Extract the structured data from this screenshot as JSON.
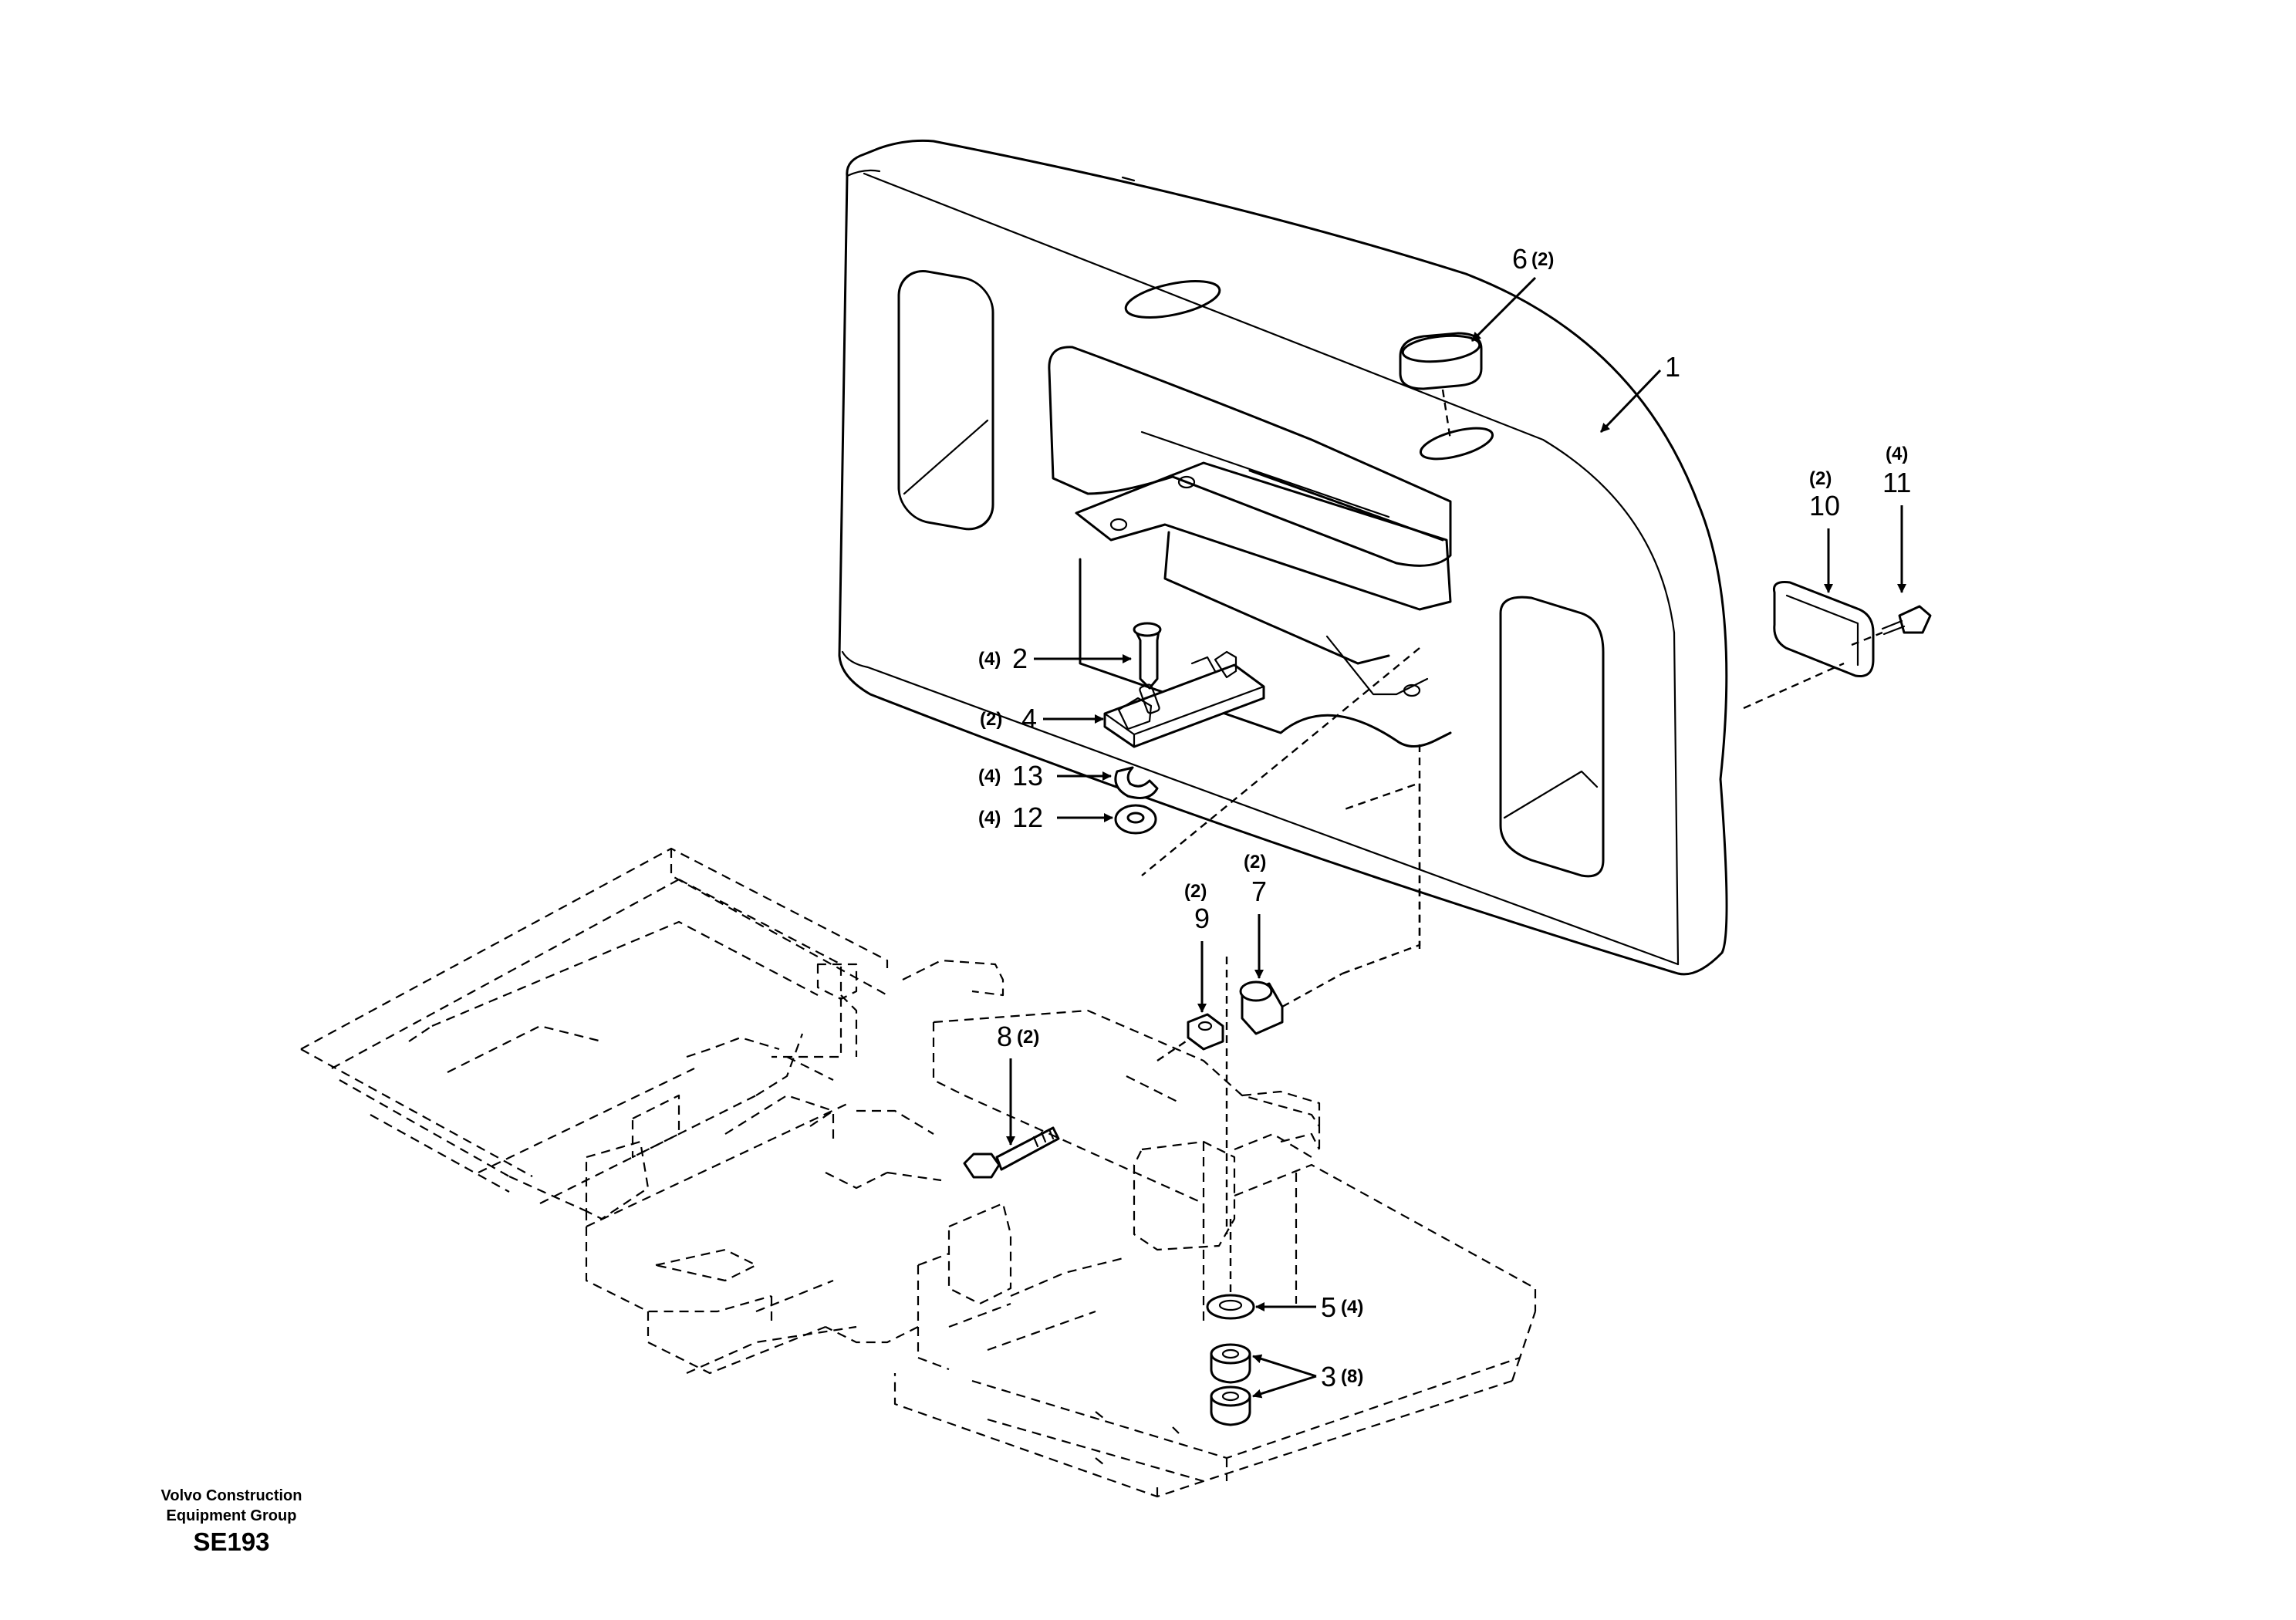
{
  "footer": {
    "company_line1": "Volvo Construction",
    "company_line2": "Equipment Group",
    "drawing_code": "SE193"
  },
  "callouts": [
    {
      "id": "c1",
      "number": "1",
      "qty": ""
    },
    {
      "id": "c2",
      "number": "2",
      "qty": "(4)"
    },
    {
      "id": "c3",
      "number": "3",
      "qty": "(8)"
    },
    {
      "id": "c4",
      "number": "4",
      "qty": "(2)"
    },
    {
      "id": "c5",
      "number": "5",
      "qty": "(4)"
    },
    {
      "id": "c6",
      "number": "6",
      "qty": "(2)"
    },
    {
      "id": "c7",
      "number": "7",
      "qty": "(2)"
    },
    {
      "id": "c8",
      "number": "8",
      "qty": "(2)"
    },
    {
      "id": "c9",
      "number": "9",
      "qty": "(2)"
    },
    {
      "id": "c10",
      "number": "10",
      "qty": "(2)"
    },
    {
      "id": "c11",
      "number": "11",
      "qty": "(4)"
    },
    {
      "id": "c12",
      "number": "12",
      "qty": "(4)"
    },
    {
      "id": "c13",
      "number": "13",
      "qty": "(4)"
    }
  ]
}
